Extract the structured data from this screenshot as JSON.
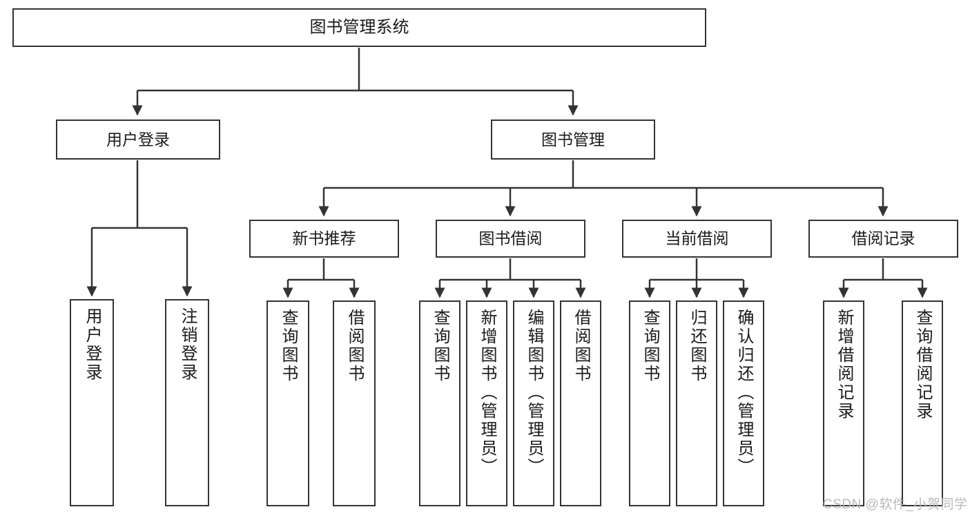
{
  "diagram": {
    "title": "图书管理系统",
    "stroke_color": "#333333",
    "fill_color": "#ffffff",
    "text_color": "#1a1a1a",
    "nodes": {
      "root": {
        "label": "图书管理系统"
      },
      "level2": [
        {
          "id": "user-login",
          "label": "用户登录"
        },
        {
          "id": "book-manage",
          "label": "图书管理"
        }
      ],
      "level3": [
        {
          "id": "new-book-recommend",
          "label": "新书推荐"
        },
        {
          "id": "book-borrow",
          "label": "图书借阅"
        },
        {
          "id": "current-borrow",
          "label": "当前借阅"
        },
        {
          "id": "borrow-record",
          "label": "借阅记录"
        }
      ],
      "leaves": [
        {
          "id": "leaf-user-login",
          "label": "用户登录"
        },
        {
          "id": "leaf-logout-login",
          "label": "注销登录"
        },
        {
          "id": "leaf-query-book-1",
          "label": "查询图书"
        },
        {
          "id": "leaf-borrow-book-1",
          "label": "借阅图书"
        },
        {
          "id": "leaf-query-book-2",
          "label": "查询图书"
        },
        {
          "id": "leaf-add-book-admin",
          "label": "新增图书（管理员）"
        },
        {
          "id": "leaf-edit-book-admin",
          "label": "编辑图书（管理员）"
        },
        {
          "id": "leaf-borrow-book-2",
          "label": "借阅图书"
        },
        {
          "id": "leaf-query-book-3",
          "label": "查询图书"
        },
        {
          "id": "leaf-return-book",
          "label": "归还图书"
        },
        {
          "id": "leaf-confirm-return-admin",
          "label": "确认归还（管理员）"
        },
        {
          "id": "leaf-add-borrow-record",
          "label": "新增借阅记录"
        },
        {
          "id": "leaf-query-borrow-record",
          "label": "查询借阅记录"
        }
      ]
    }
  },
  "watermark": {
    "text": "CSDN @软件_小贺同学"
  }
}
